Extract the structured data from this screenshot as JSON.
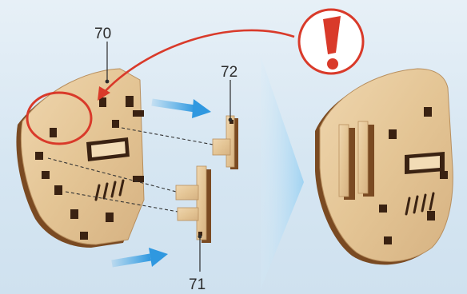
{
  "callouts": {
    "panel": "70",
    "bracket_upper": "72",
    "bracket_lower": "71"
  },
  "warning": {
    "symbol": "!",
    "icon": "exclamation-warning-icon"
  },
  "colors": {
    "background": "#dbe8f2",
    "plywood_face": "#e4c79d",
    "plywood_edge": "#7a4a22",
    "slot": "#3a2212",
    "warning_red": "#d93a2a",
    "arrow_blue": "#3aa4e6",
    "big_arrow": "#bfe0f6"
  }
}
